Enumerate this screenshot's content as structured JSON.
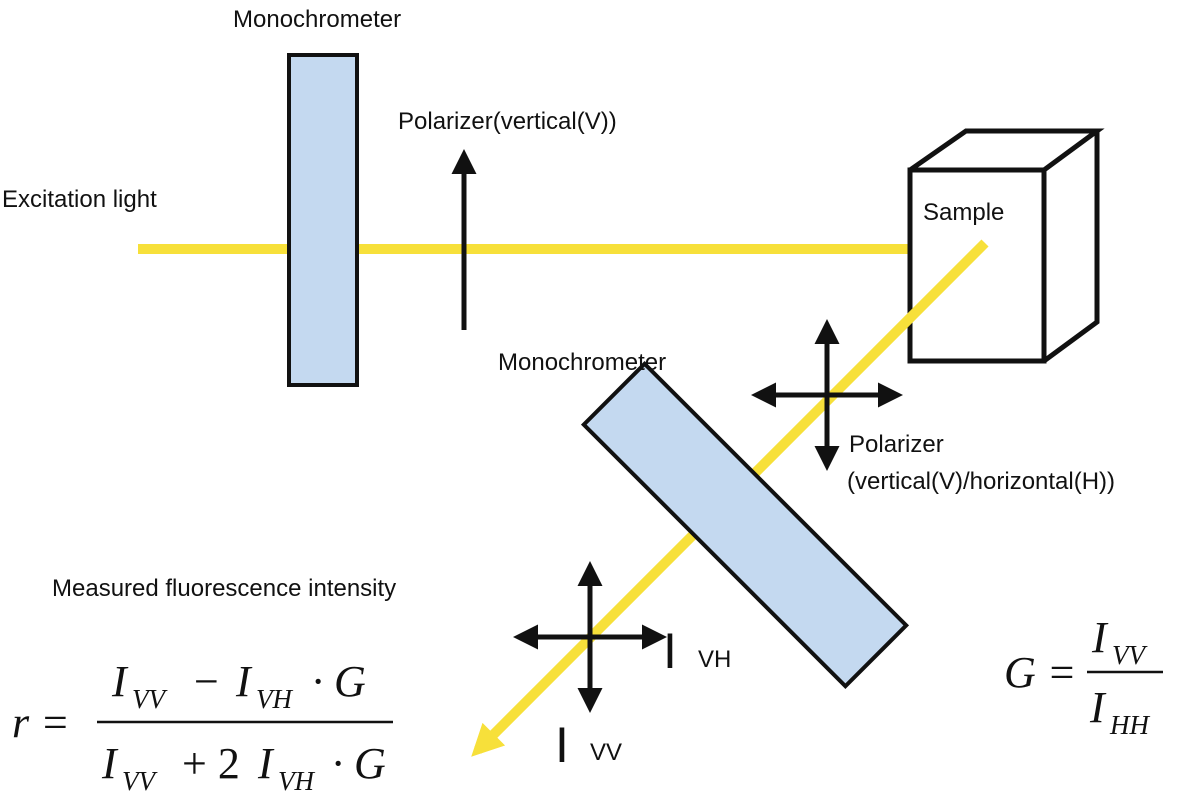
{
  "labels": {
    "mono_top": "Monochrometer",
    "polarizer_top": "Polarizer(vertical(V))",
    "excitation": "Excitation light",
    "sample": "Sample",
    "mono_bottom": "Monochrometer",
    "polarizer_bottom_1": "Polarizer",
    "polarizer_bottom_2": "(vertical(V)/horizontal(H))",
    "measured": "Measured fluorescence intensity",
    "i_vh_sub": "VH",
    "i_vv_sub": "VV"
  },
  "formula_r": {
    "lhs": "r =",
    "num_I1": "I",
    "num_s1": "VV",
    "num_op": "−",
    "num_I2": "I",
    "num_s2": "VH",
    "num_tail": "· G",
    "den_I1": "I",
    "den_s1": "VV",
    "den_op": "+ 2",
    "den_I2": "I",
    "den_s2": "VH",
    "den_tail": "· G"
  },
  "formula_g": {
    "lhs": "G =",
    "num_I": "I",
    "num_s": "VV",
    "den_I": "I",
    "den_s": "HH"
  },
  "colors": {
    "beam": "#f7e03a",
    "filter_fill": "#c4d9f0",
    "stroke": "#111111"
  },
  "icons": {
    "vertical_polarizer": "up-arrow-icon",
    "cross_polarizer": "four-way-arrow-icon",
    "sample": "cube-icon"
  }
}
